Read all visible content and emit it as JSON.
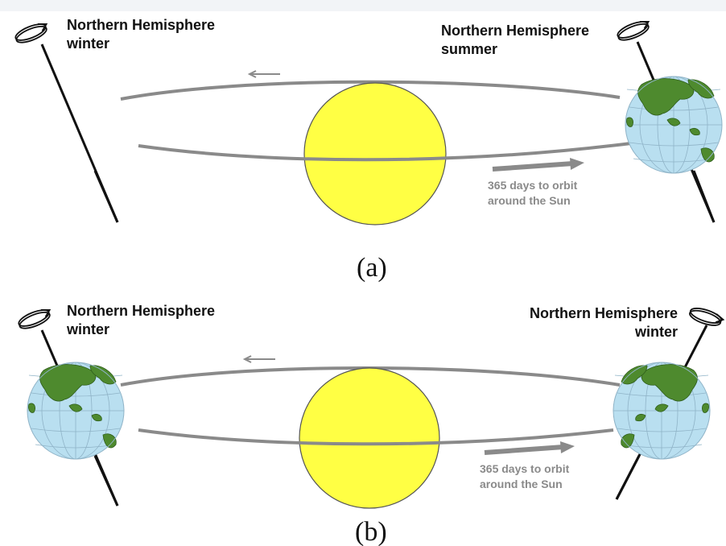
{
  "panel_a": {
    "left_label_line1": "Northern Hemisphere",
    "left_label_line2": "winter",
    "right_label_line1": "Northern Hemisphere",
    "right_label_line2": "summer",
    "orbit_label_line1": "365 days to orbit",
    "orbit_label_line2": "around the Sun",
    "caption": "(a)"
  },
  "panel_b": {
    "left_label_line1": "Northern Hemisphere",
    "left_label_line2": "winter",
    "right_label_line1": "Northern Hemisphere",
    "right_label_line2": "winter",
    "orbit_label_line1": "365 days to orbit",
    "orbit_label_line2": "around the Sun",
    "caption": "(b)"
  },
  "colors": {
    "sun": "#ffff44",
    "ocean": "#b9dff0",
    "land": "#4e8a2e",
    "orbit": "#8a8a8a",
    "axis": "#111111"
  },
  "icons": [
    "spin-arrow-icon",
    "direction-arrow-icon"
  ]
}
